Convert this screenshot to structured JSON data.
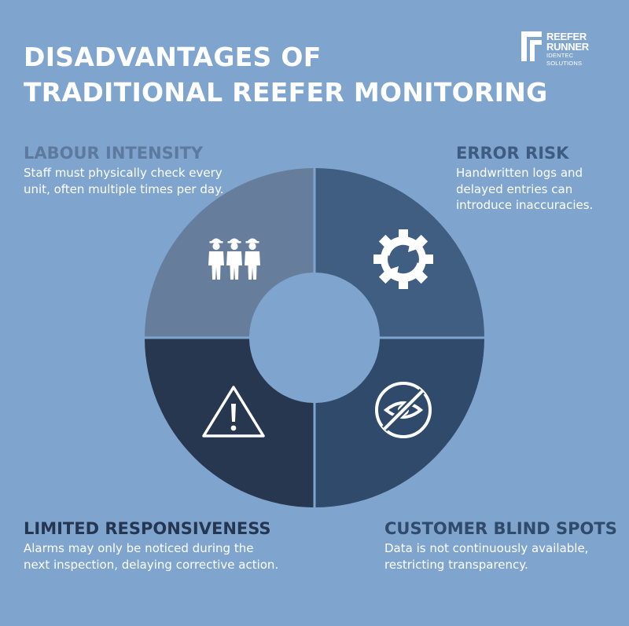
{
  "title_line1": "DISADVANTAGES OF",
  "title_line2": "TRADITIONAL REEFER MONITORING",
  "logo": {
    "line1": "REEFER",
    "line2": "RUNNER",
    "line3": "IDENTEC SOLUTIONS"
  },
  "colors": {
    "background": "#7fa5cf",
    "labour": "#667e9c",
    "error": "#405d82",
    "blind_spots": "#2f4a6b",
    "responsiveness": "#26374f"
  },
  "segments": [
    {
      "key": "labour",
      "heading": "LABOUR INTENSITY",
      "text": "Staff must physically check every unit, often multiple times per day.",
      "icon": "workers-icon"
    },
    {
      "key": "error",
      "heading": "ERROR RISK",
      "text": "Handwritten logs and delayed entries can introduce inaccuracies.",
      "icon": "gear-refresh-icon"
    },
    {
      "key": "blind_spots",
      "heading": "CUSTOMER BLIND SPOTS",
      "text": "Data is not continuously available, restricting transparency.",
      "icon": "eye-crossed-icon"
    },
    {
      "key": "responsiveness",
      "heading": "LIMITED RESPONSIVENESS",
      "text": "Alarms may only be noticed during the next inspection, delaying corrective action.",
      "icon": "warning-icon"
    }
  ]
}
